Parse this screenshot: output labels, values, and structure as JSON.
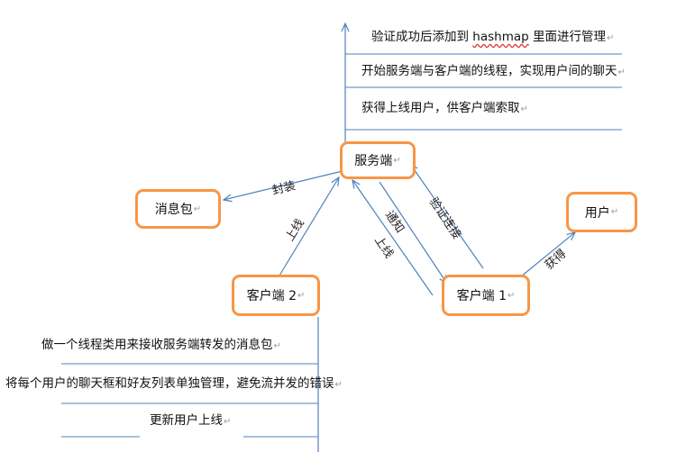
{
  "nodes": {
    "server": "服务端",
    "message_packet": "消息包",
    "user": "用户",
    "client1": "客户端 1",
    "client2": "客户端 2"
  },
  "server_notes": {
    "note1_prefix": "验证成功后添加到 ",
    "note1_keyword": "hashmap",
    "note1_suffix": " 里面进行管理",
    "note2": "开始服务端与客户端的线程，实现用户间的聊天",
    "note3": "获得上线用户，供客户端索取"
  },
  "client_notes": {
    "note1": "做一个线程类用来接收服务端转发的消息包",
    "note2": "将每个用户的聊天框和好友列表单独管理，避免流并发的错误",
    "note3": "更新用户上线"
  },
  "edge_labels": {
    "server_to_packet": "封装",
    "client2_to_server": "上线",
    "server_to_client1": "通知",
    "client1_to_server_verify": "验证连接",
    "client1_to_server_online": "上线",
    "client1_to_user": "获得"
  },
  "paragraph_mark": "↵",
  "colors": {
    "node_border": "#f79646",
    "line": "#4f81bd"
  }
}
